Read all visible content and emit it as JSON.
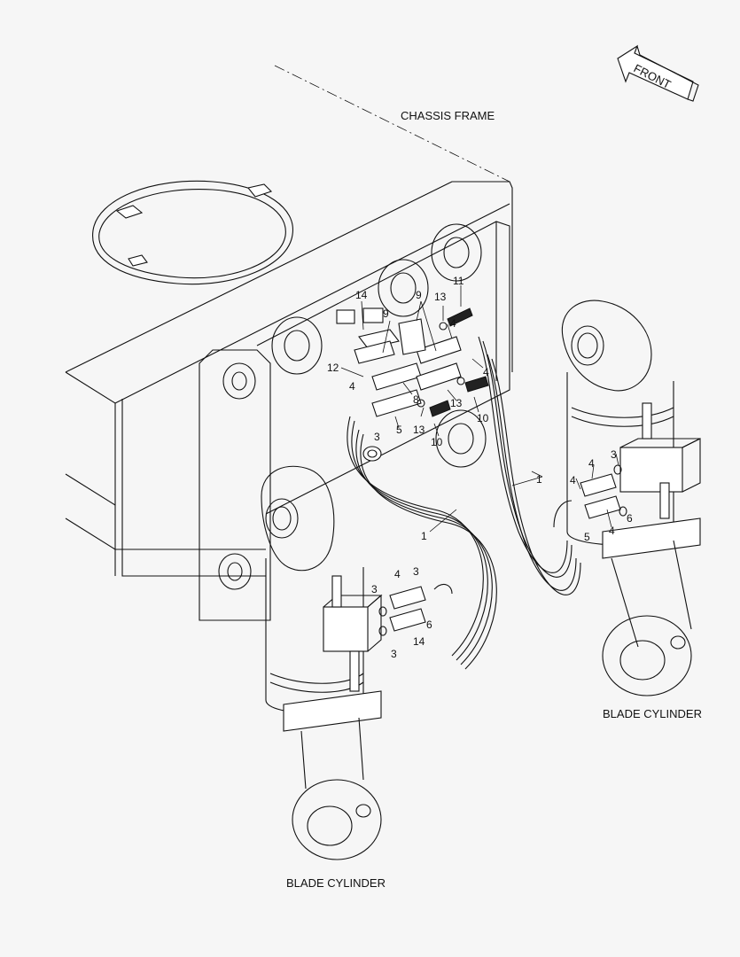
{
  "labels": {
    "chassis_frame": "CHASSIS FRAME",
    "front": "FRONT",
    "blade_cylinder_right": "BLADE CYLINDER",
    "blade_cylinder_left": "BLADE CYLINDER"
  },
  "callouts": {
    "c14": "14",
    "c9a": "9",
    "c13a": "13",
    "c11": "11",
    "c4a": "4",
    "c12": "12",
    "c4b": "4",
    "c8": "8",
    "c4c": "4",
    "c13b": "13",
    "c10a": "10",
    "c9b": "9",
    "c13c": "13",
    "c10b": "10",
    "c1a": "1",
    "c1b": "1",
    "c3a": "3",
    "c5a": "5",
    "c4d": "4",
    "c3b": "3",
    "c4e": "4",
    "c6a": "6",
    "c5b": "5",
    "c4f": "4",
    "c3c": "3",
    "c4g": "4",
    "c3d": "3",
    "c6b": "6"
  }
}
